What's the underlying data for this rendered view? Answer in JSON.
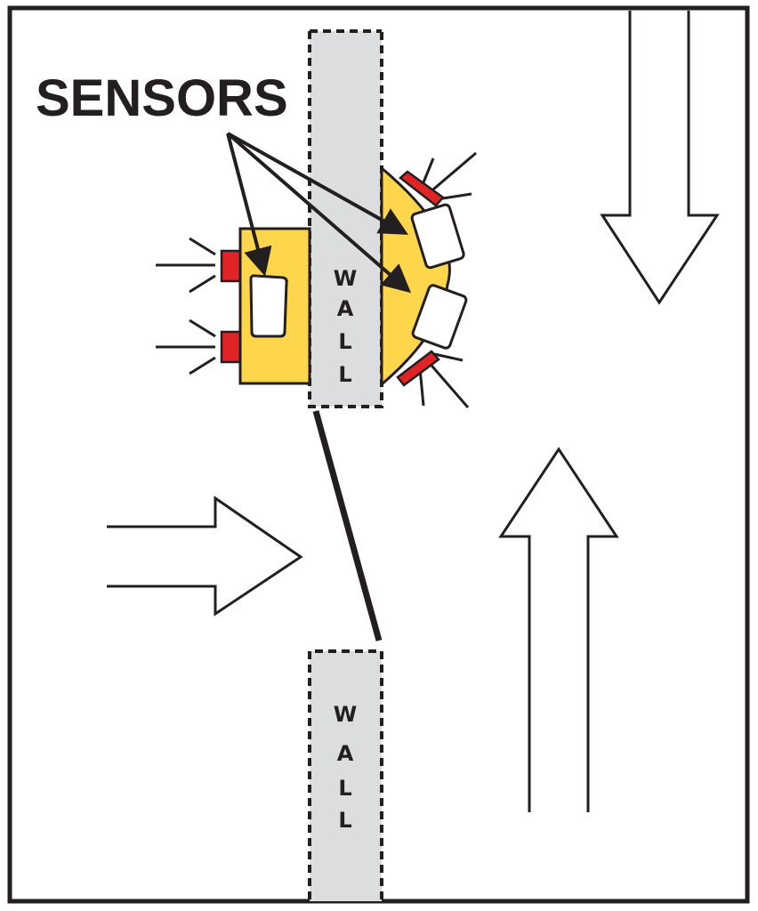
{
  "title": "SENSORS",
  "walls": [
    {
      "label": [
        "W",
        "A",
        "L",
        "L"
      ]
    },
    {
      "label": [
        "W",
        "A",
        "L",
        "L"
      ]
    }
  ],
  "colors": {
    "outline": "#231f20",
    "wall_fill": "#dcdddf",
    "sensor_housing": "#fdd64b",
    "light_emitter": "#e02426",
    "sensor_window": "#ffffff",
    "background": "#ffffff"
  },
  "arrows": [
    {
      "name": "incoming-arrow",
      "direction": "right"
    },
    {
      "name": "upward-arrow",
      "direction": "up"
    },
    {
      "name": "downward-arrow",
      "direction": "down"
    }
  ]
}
